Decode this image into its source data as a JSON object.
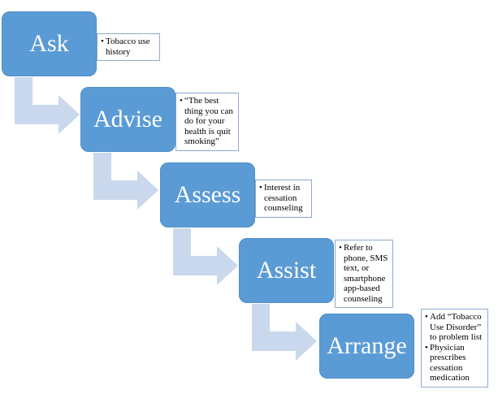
{
  "diagram": {
    "colors": {
      "box_fill": "#5b9bd5",
      "box_text": "#ffffff",
      "arrow_fill": "#c9d8ec",
      "note_border": "#8faacc"
    },
    "steps": [
      {
        "label": "Ask",
        "notes": [
          "Tobacco use history"
        ]
      },
      {
        "label": "Advise",
        "notes": [
          "“The best thing you can do for your health is quit smoking”"
        ]
      },
      {
        "label": "Assess",
        "notes": [
          "Interest in cessation counseling"
        ]
      },
      {
        "label": "Assist",
        "notes": [
          "Refer to phone, SMS text, or smartphone app-based counseling"
        ]
      },
      {
        "label": "Arrange",
        "notes": [
          "Add “Tobacco Use Disorder” to problem list",
          "Physician prescribes cessation medication"
        ]
      }
    ]
  }
}
